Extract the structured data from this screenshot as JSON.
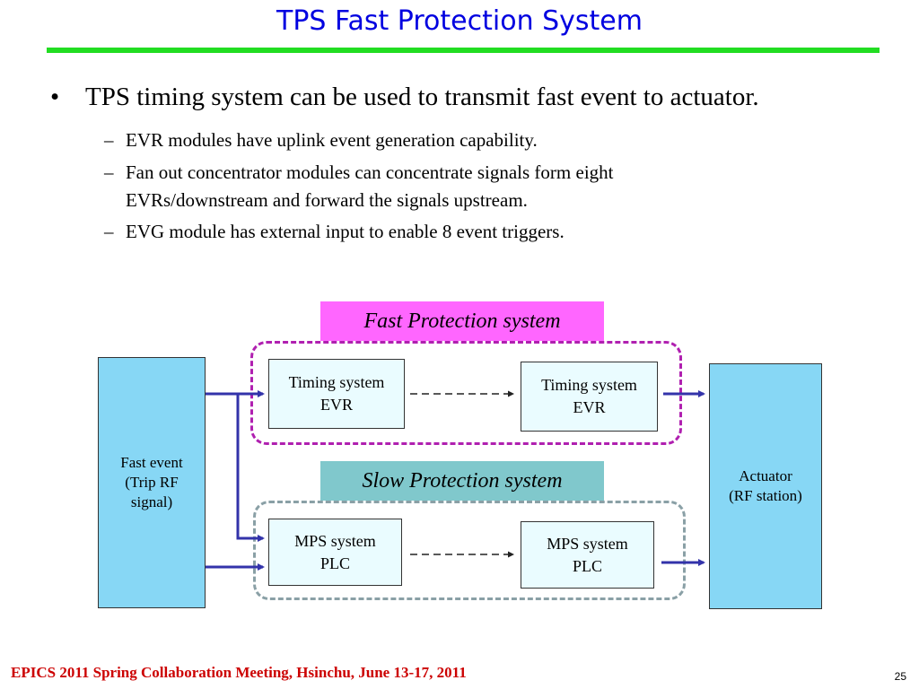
{
  "slide": {
    "title": "TPS Fast Protection System",
    "bullet": "TPS timing system can be used to transmit fast event to actuator.",
    "bullet_marker": "•",
    "sub_marker": "–",
    "sub_bullets": [
      "EVR modules have uplink event generation capability.",
      "Fan out concentrator modules can concentrate signals form eight EVRs/downstream and forward the signals upstream.",
      "EVG module has external input to enable 8 event triggers."
    ],
    "footer": "EPICS 2011 Spring Collaboration Meeting, Hsinchu, June 13-17, 2011",
    "page_number": "25"
  },
  "diagram": {
    "fast_label": "Fast Protection system",
    "slow_label": "Slow Protection system",
    "fast_event": {
      "line1": "Fast event",
      "line2": "(Trip RF",
      "line3": "signal)"
    },
    "actuator": {
      "line1": "Actuator",
      "line2": "(RF station)"
    },
    "timing_left": {
      "line1": "Timing system",
      "line2": "EVR"
    },
    "timing_right": {
      "line1": "Timing system",
      "line2": "EVR"
    },
    "mps_left": {
      "line1": "MPS system",
      "line2": "PLC"
    },
    "mps_right": {
      "line1": "MPS system",
      "line2": "PLC"
    },
    "colors": {
      "title": "#0000e0",
      "title_rule": "#22dd22",
      "fast_label_bg": "#ff66ff",
      "slow_label_bg": "#80c8cc",
      "side_box_bg": "#87d7f5",
      "arrow": "#3333aa",
      "footer": "#cc0000"
    }
  }
}
